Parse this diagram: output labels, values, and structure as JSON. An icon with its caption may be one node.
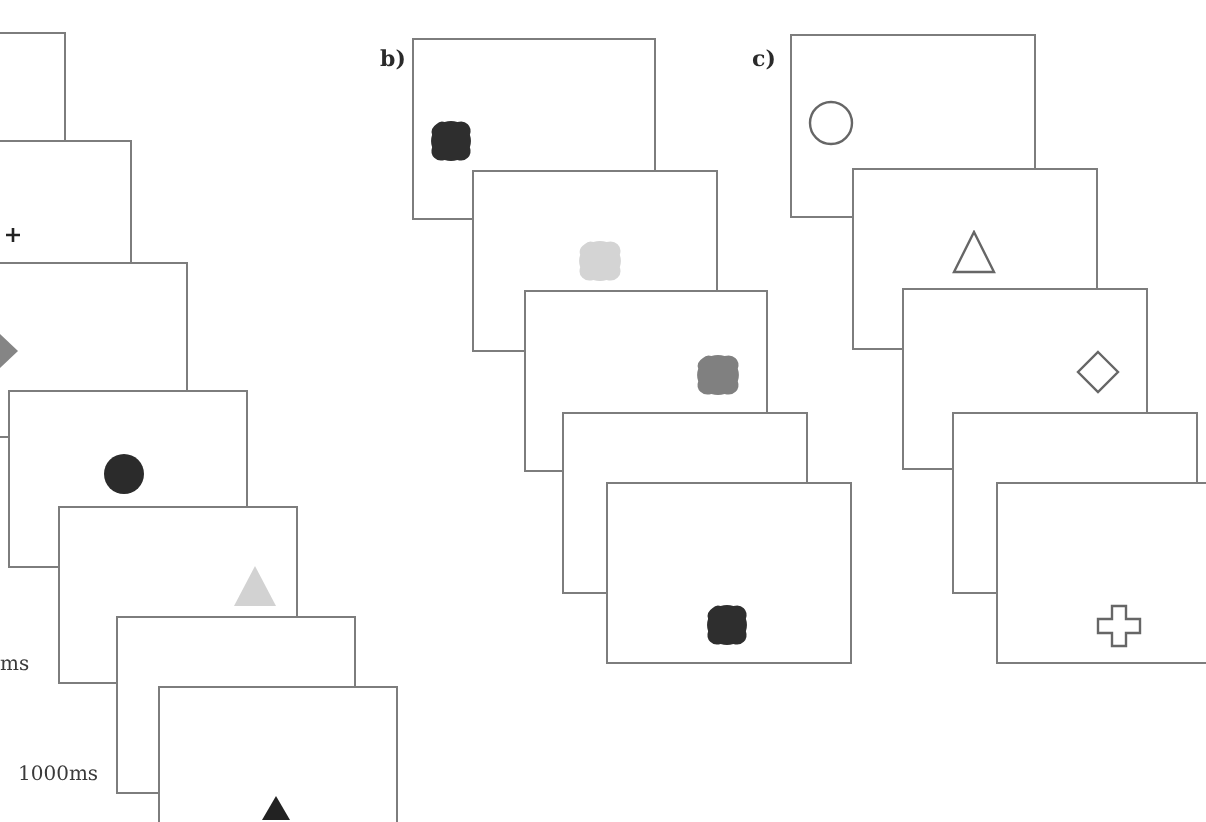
{
  "diagram": {
    "labels": [
      "b)",
      "c)",
      "ms",
      "1000ms"
    ]
  }
}
